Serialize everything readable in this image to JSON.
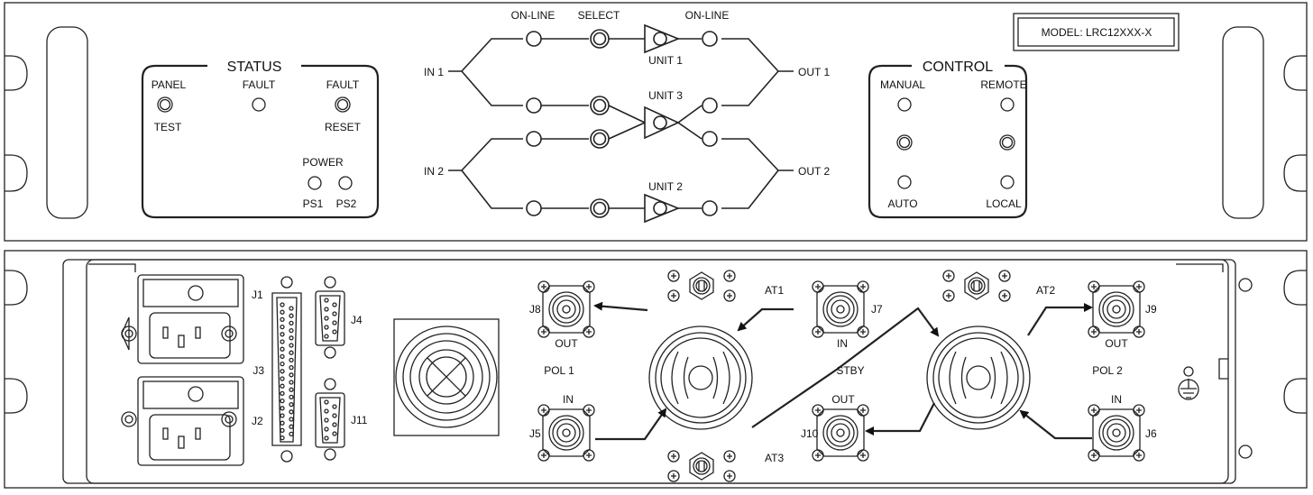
{
  "front": {
    "model": "MODEL: LRC12XXX-X",
    "status": {
      "title": "STATUS",
      "panel": "PANEL",
      "test": "TEST",
      "fault": "FAULT",
      "fault_reset_top": "FAULT",
      "reset": "RESET",
      "power": "POWER",
      "ps1": "PS1",
      "ps2": "PS2"
    },
    "switching": {
      "online_left": "ON-LINE",
      "select": "SELECT",
      "online_right": "ON-LINE",
      "unit1": "UNIT 1",
      "unit3": "UNIT 3",
      "unit2": "UNIT 2",
      "in1": "IN 1",
      "in2": "IN 2",
      "out1": "OUT 1",
      "out2": "OUT 2"
    },
    "control": {
      "title": "CONTROL",
      "manual": "MANUAL",
      "remote": "REMOTE",
      "auto": "AUTO",
      "local": "LOCAL"
    }
  },
  "rear": {
    "j1": "J1",
    "j2": "J2",
    "j3": "J3",
    "j4": "J4",
    "j11": "J11",
    "j8": "J8",
    "j8_sub": "OUT",
    "pol1": "POL 1",
    "j5_sub": "IN",
    "j5": "J5",
    "at1": "AT1",
    "at3": "AT3",
    "j7": "J7",
    "j7_sub": "IN",
    "stby": "STBY",
    "j10_sub": "OUT",
    "j10": "J10",
    "at2": "AT2",
    "j9": "J9",
    "j9_sub": "OUT",
    "pol2": "POL 2",
    "j6_sub": "IN",
    "j6": "J6"
  }
}
